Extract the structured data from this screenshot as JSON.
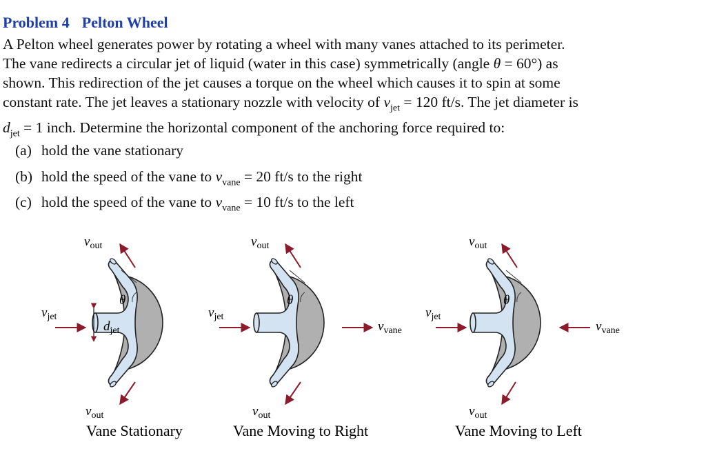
{
  "header": {
    "problem": "Problem 4",
    "title": "Pelton Wheel"
  },
  "paragraph": {
    "l1": "A Pelton wheel generates power by rotating a wheel with many vanes attached to its perimeter.",
    "l2a": "The vane redirects a circular jet of liquid (water in this case) symmetrically (angle ",
    "theta": "θ",
    "l2b": " = 60°) as",
    "l3": "shown.  This redirection of the jet causes a torque on the wheel which causes it to spin at some",
    "l4a": "constant rate. The jet leaves a stationary nozzle with velocity of ",
    "v": "v",
    "jet": "jet",
    "l4b": " = 120 ft/s. The jet diameter is",
    "d": "d",
    "l5b": " = 1 inch. Determine the horizontal component of the anchoring force required to:"
  },
  "items": [
    {
      "mark": "(a)",
      "text": "hold the vane stationary"
    },
    {
      "mark": "(b)",
      "text_a": "hold the speed of the vane to ",
      "var": "v",
      "sub": "vane",
      "text_b": " = 20 ft/s to the right"
    },
    {
      "mark": "(c)",
      "text_a": "hold the speed of the vane to ",
      "var": "v",
      "sub": "vane",
      "text_b": " = 10 ft/s to the left"
    }
  ],
  "figure": {
    "v": "v",
    "out": "out",
    "jet": "jet",
    "vane": "vane",
    "d": "d",
    "theta": "θ",
    "captions": [
      "Vane Stationary",
      "Vane Moving to Right",
      "Vane Moving to Left"
    ]
  },
  "colors": {
    "heading": "#1f3fa8",
    "arrow": "#8b1a2b",
    "jet_fill": "#d3e3f1",
    "vane_fill": "#b0b0b0"
  }
}
